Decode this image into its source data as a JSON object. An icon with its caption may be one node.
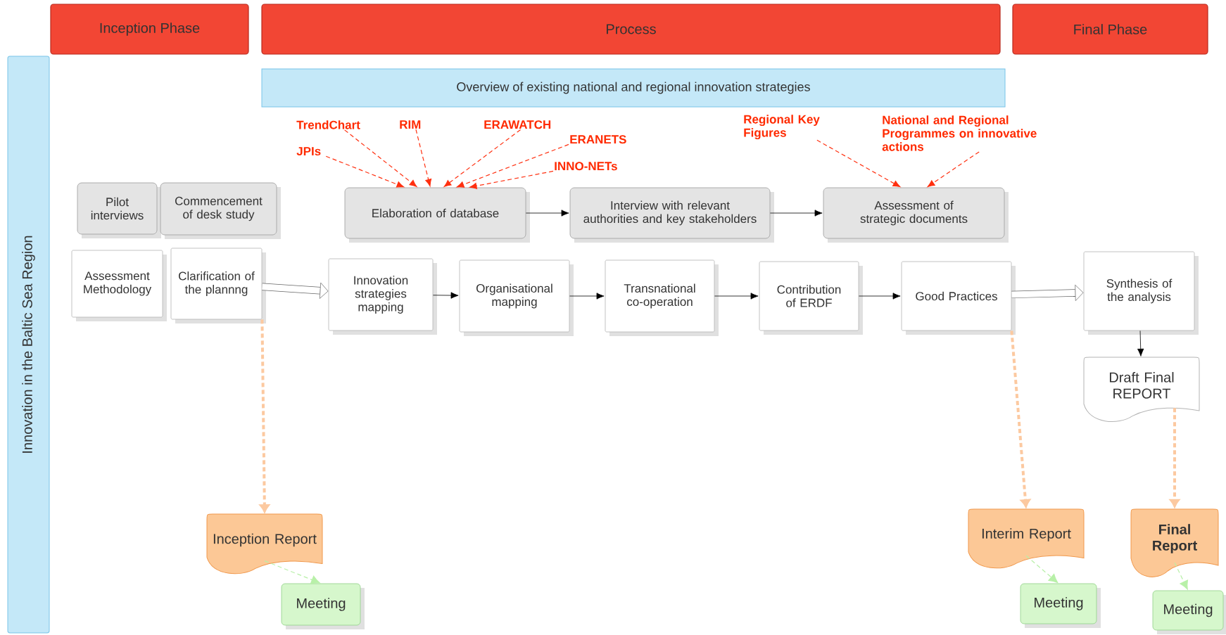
{
  "diagram": {
    "nodes": [
      {
        "text": [
          "Inception Phase"
        ]
      },
      {
        "text": [
          "Process"
        ]
      },
      {
        "text": [
          "Final Phase"
        ]
      },
      {
        "text": [
          "Innovation in the Baltic Sea Region"
        ]
      },
      {
        "text": [
          "Overview of existing national and regional innovation strategies"
        ]
      },
      {
        "text": [
          "TrendChart"
        ]
      },
      {
        "text": [
          "RIM"
        ]
      },
      {
        "text": [
          "ERAWATCH"
        ]
      },
      {
        "text": [
          "JPIs"
        ]
      },
      {
        "text": [
          "ERANETS"
        ]
      },
      {
        "text": [
          "INNO-NETs"
        ]
      },
      {
        "text": [
          "Regional Key Figures"
        ]
      },
      {
        "text": [
          "National and Regional Programmes on innovative actions"
        ]
      },
      {
        "text": [
          "Pilot interviews"
        ]
      },
      {
        "text": [
          "Commencement of desk study"
        ]
      },
      {
        "text": [
          "Elaboration of database"
        ]
      },
      {
        "text": [
          "Interview with relevant authorities and key stakeholders"
        ]
      },
      {
        "text": [
          "Assessment of strategic documents"
        ]
      },
      {
        "text": [
          "Assessment Methodology"
        ]
      },
      {
        "text": [
          "Clarification of the plannng"
        ]
      },
      {
        "text": [
          "Innovation strategies mapping"
        ]
      },
      {
        "text": [
          "Organisational mapping"
        ]
      },
      {
        "text": [
          "Transnational co-operation"
        ]
      },
      {
        "text": [
          "Contribution of ERDF"
        ]
      },
      {
        "text": [
          "Good Practices"
        ]
      },
      {
        "text": [
          "Synthesis of the analysis"
        ]
      },
      {
        "text": [
          "Draft Final REPORT"
        ]
      },
      {
        "text": [
          "Inception Report"
        ]
      },
      {
        "text": [
          "Meeting"
        ]
      },
      {
        "text": [
          "Interim Report"
        ]
      },
      {
        "text": [
          "Meeting"
        ]
      },
      {
        "text": [
          "Final Report"
        ]
      },
      {
        "text": [
          "Meeting"
        ]
      }
    ],
    "edges": [
      {
        "from": 5,
        "to": 15,
        "arrow": "to",
        "style": "dashed",
        "color": "#ff3010"
      },
      {
        "from": 6,
        "to": 15,
        "arrow": "to",
        "style": "dashed",
        "color": "#ff3010"
      },
      {
        "from": 7,
        "to": 15,
        "arrow": "to",
        "style": "dashed",
        "color": "#ff3010"
      },
      {
        "from": 8,
        "to": 15,
        "arrow": "to",
        "style": "dashed",
        "color": "#ff3010"
      },
      {
        "from": 9,
        "to": 15,
        "arrow": "to",
        "style": "dashed",
        "color": "#ff3010"
      },
      {
        "from": 10,
        "to": 15,
        "arrow": "to",
        "style": "dashed",
        "color": "#ff3010"
      },
      {
        "from": 11,
        "to": 17,
        "arrow": "to",
        "style": "dashed",
        "color": "#ff3010"
      },
      {
        "from": 12,
        "to": 17,
        "arrow": "to",
        "style": "dashed",
        "color": "#ff3010"
      },
      {
        "from": 15,
        "to": 16,
        "arrow": "to",
        "color": "#000000"
      },
      {
        "from": 16,
        "to": 17,
        "arrow": "to",
        "color": "#000000"
      },
      {
        "from": 19,
        "to": 20,
        "arrow": "to",
        "style": "thick",
        "color": "#666666"
      },
      {
        "from": 20,
        "to": 21,
        "arrow": "to",
        "color": "#000000"
      },
      {
        "from": 21,
        "to": 22,
        "arrow": "to",
        "color": "#000000"
      },
      {
        "from": 22,
        "to": 23,
        "arrow": "to",
        "color": "#000000"
      },
      {
        "from": 23,
        "to": 24,
        "arrow": "to",
        "color": "#000000"
      },
      {
        "from": 24,
        "to": 25,
        "arrow": "to",
        "style": "thick",
        "color": "#666666"
      },
      {
        "from": 25,
        "to": 26,
        "arrow": "to",
        "color": "#000000"
      },
      {
        "from": 19,
        "to": 27,
        "arrow": "to",
        "style": "dashed",
        "color": "#fcc9a0"
      },
      {
        "from": 24,
        "to": 29,
        "arrow": "to",
        "style": "dashed",
        "color": "#fcc9a0"
      },
      {
        "from": 26,
        "to": 31,
        "arrow": "to",
        "style": "dashed",
        "color": "#fcc9a0"
      },
      {
        "from": 27,
        "to": 28,
        "arrow": "to",
        "style": "dashed",
        "color": "#b8f0a8"
      },
      {
        "from": 29,
        "to": 30,
        "arrow": "to",
        "style": "dashed",
        "color": "#b8f0a8"
      },
      {
        "from": 31,
        "to": 32,
        "arrow": "to",
        "style": "dashed",
        "color": "#b8f0a8"
      }
    ]
  }
}
